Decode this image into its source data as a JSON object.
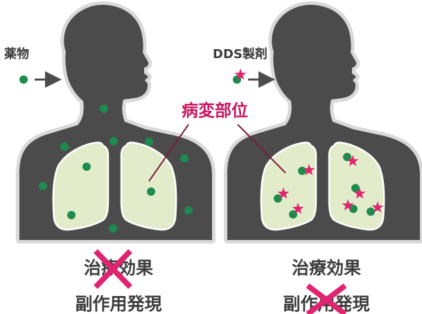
{
  "left_panel": {
    "input_label": "薬物",
    "effect_label": "治療効果",
    "side_effect_label": "副作用発現",
    "effect_crossed": true,
    "side_effect_crossed": false
  },
  "right_panel": {
    "input_label": "DDS製剤",
    "effect_label": "治療効果",
    "side_effect_label": "副作用発現",
    "effect_crossed": false,
    "side_effect_crossed": true
  },
  "lesion_label": "病変部位",
  "colors": {
    "silhouette": "#4b4b4b",
    "silhouette_outline": "#d9d9d9",
    "lung_fill": "#e3ecca",
    "lung_stroke": "#ffffff",
    "drug_dot": "#1e8a4e",
    "star": "#e0246f",
    "cross": "#e0246f",
    "arrow": "#4d4d4d",
    "label_text": "#3d3d3d",
    "lesion_text": "#c8155e",
    "leader_line": "#7a1c3c"
  },
  "icons": {
    "drug_marker": "green-dot-icon",
    "dds_marker": "star-icon",
    "negation": "cross-icon"
  }
}
